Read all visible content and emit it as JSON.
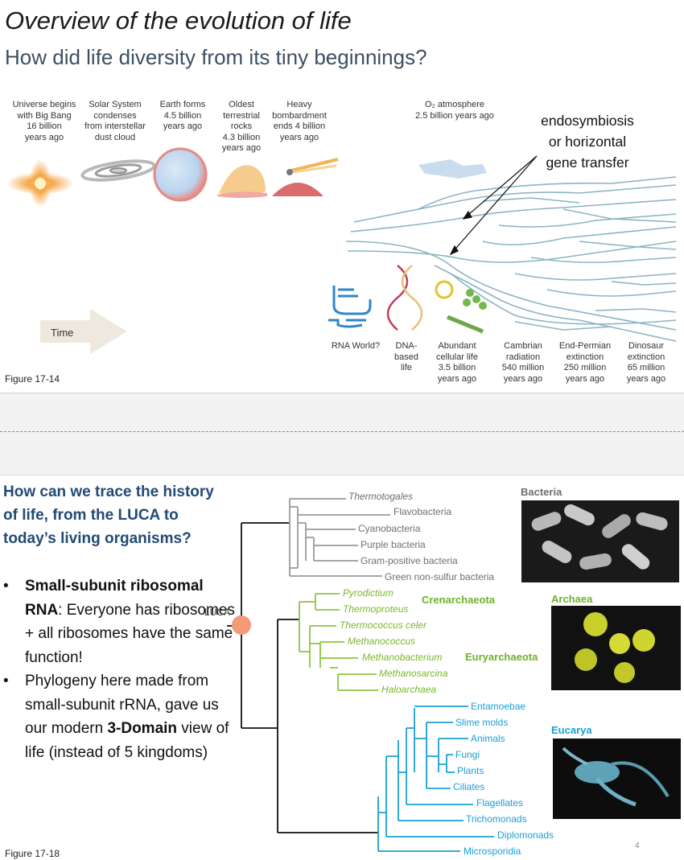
{
  "slide1": {
    "title": "Overview of the evolution of life",
    "subtitle": "How did life diversity from its tiny beginnings?",
    "captions": {
      "universe": "Universe begins\nwith Big Bang\n16 billion\nyears ago",
      "solar": "Solar System\ncondenses\nfrom interstellar\ndust cloud",
      "earth": "Earth forms\n4.5 billion\nyears ago",
      "rocks": "Oldest\nterrestrial\nrocks\n4.3 billion\nyears ago",
      "bombard": "Heavy\nbombardment\nends 4 billion\nyears ago",
      "o2": "O₂ atmosphere\n2.5 billion years ago",
      "rna": "RNA World?",
      "dna": "DNA-\nbased\nlife",
      "cellular": "Abundant\ncellular life\n3.5 billion\nyears ago",
      "cambrian": "Cambrian\nradiation\n540 million\nyears ago",
      "permian": "End-Permian\nextinction\n250 million\nyears ago",
      "dinosaur": "Dinosaur\nextinction\n65 million\nyears ago"
    },
    "annotation": "endosymbiosis\nor horizontal\ngene transfer",
    "time_label": "Time",
    "figure": "Figure 17-14"
  },
  "slide2": {
    "question": "How can we trace the history of life, from the LUCA to today’s living organisms?",
    "bullets": [
      {
        "bold": "Small-subunit ribosomal RNA",
        "text": ": Everyone has ribosomes + all ribosomes have the same function!"
      },
      {
        "text1": "Phylogeny here made from small-subunit rRNA, gave us our modern ",
        "bold": "3-Domain",
        "text2": " view of life (instead of 5 kingdoms)"
      }
    ],
    "luca": "LUCA",
    "figure": "Figure 17-18",
    "page_number": "4",
    "domains": {
      "bacteria": "Bacteria",
      "archaea": "Archaea",
      "eucarya": "Eucarya"
    },
    "groups": {
      "crenarchaeota": "Crenarchaeota",
      "euryarchaeota": "Euryarchaeota"
    },
    "taxa": {
      "thermotogales": "Thermotogales",
      "flavobacteria": "Flavobacteria",
      "cyanobacteria": "Cyanobacteria",
      "purple": "Purple bacteria",
      "grampos": "Gram-positive bacteria",
      "greennonsulfur": "Green non-sulfur bacteria",
      "pyrodictium": "Pyrodictium",
      "thermoproteus": "Thermoproteus",
      "thermococcus": "Thermococcus celer",
      "methanococcus": "Methanococcus",
      "methanobacterium": "Methanobacterium",
      "methanosarcina": "Methanosarcina",
      "haloarchaea": "Haloarchaea",
      "entamoebae": "Entamoebae",
      "slimemolds": "Slime molds",
      "animals": "Animals",
      "fungi": "Fungi",
      "plants": "Plants",
      "ciliates": "Ciliates",
      "flagellates": "Flagellates",
      "trichomonads": "Trichomonads",
      "diplomonads": "Diplomonads",
      "microsporidia": "Microsporidia"
    },
    "colors": {
      "bacteria": "#9a9a9a",
      "archaea": "#8cc63f",
      "eucarya": "#1aa0d4",
      "luca": "#f39a7b"
    }
  }
}
